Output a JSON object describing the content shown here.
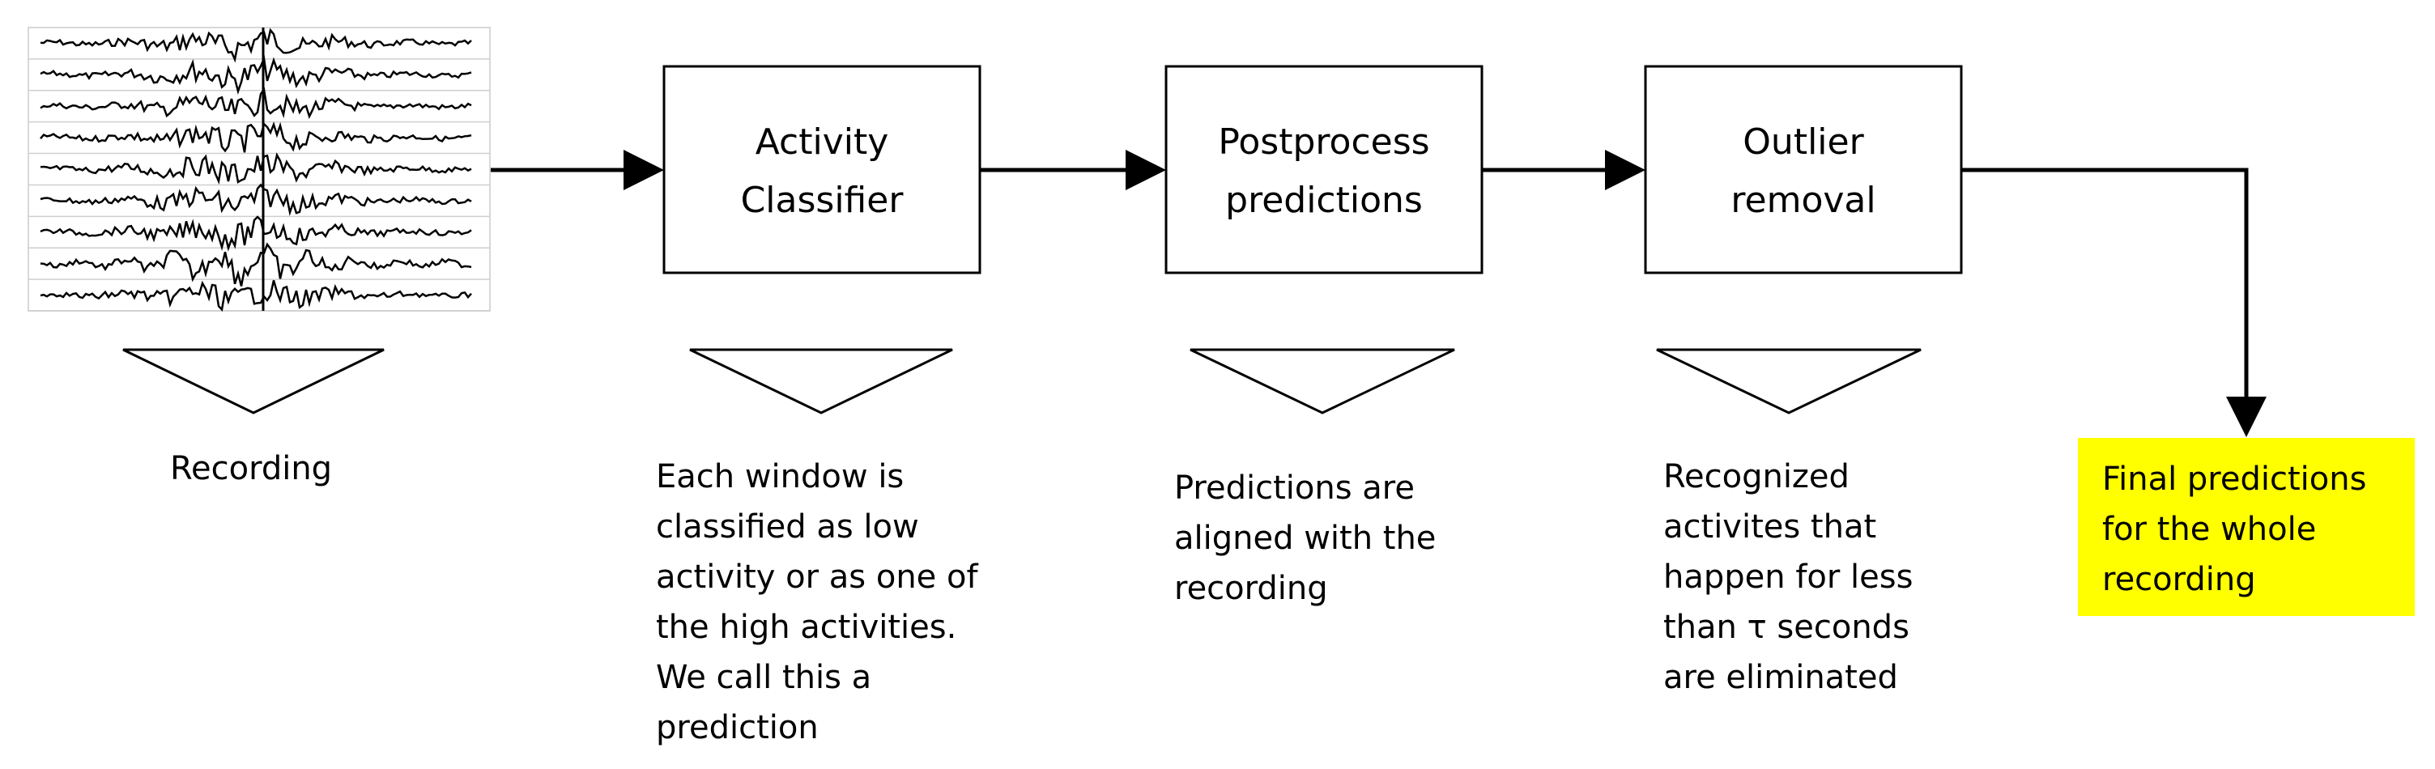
{
  "stages": {
    "recording": {
      "caption": "Recording"
    },
    "classifier": {
      "title": [
        "Activity",
        "Classifier"
      ],
      "description": [
        "Each window is",
        "classified as low",
        "activity or as one of",
        "the high activities.",
        "We call this a",
        "prediction"
      ]
    },
    "postprocess": {
      "title": [
        "Postprocess",
        "predictions"
      ],
      "description": [
        "Predictions are",
        "aligned with the",
        "recording"
      ]
    },
    "outlier": {
      "title": [
        "Outlier",
        "removal"
      ],
      "description": [
        "Recognized",
        "activites that",
        "happen for less",
        "than τ seconds",
        "are eliminated"
      ]
    },
    "final": {
      "description": [
        "Final predictions",
        "for the whole",
        "recording"
      ],
      "highlight_color": "#ffff00"
    }
  },
  "signal_channel_count": 9
}
